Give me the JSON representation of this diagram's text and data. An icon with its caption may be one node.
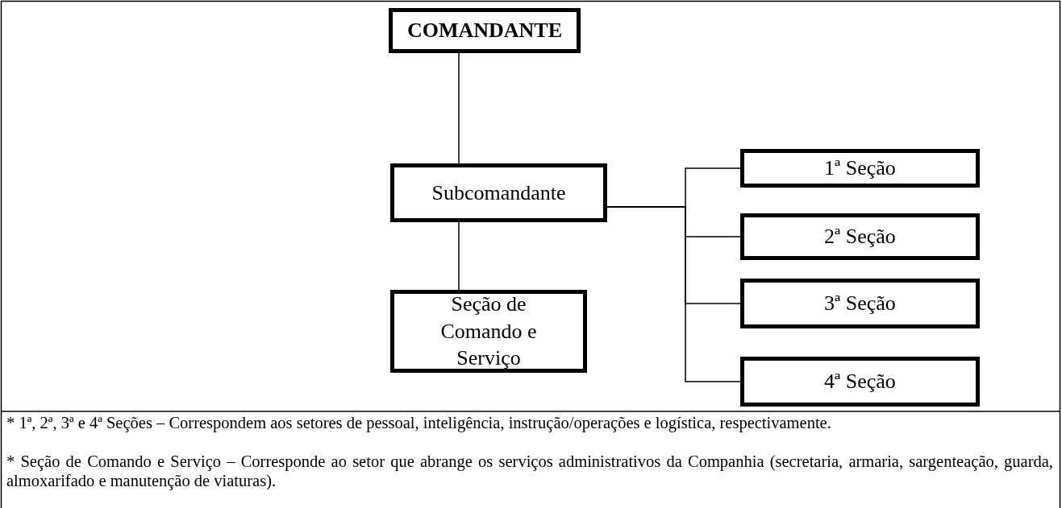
{
  "diagram": {
    "nodes": [
      {
        "text": [
          "COMANDANTE"
        ]
      },
      {
        "text": [
          "Subcomandante"
        ]
      },
      {
        "text": [
          "Seção de Comando e Serviço"
        ]
      },
      {
        "text": [
          "1ª Seção"
        ]
      },
      {
        "text": [
          "2ª Seção"
        ]
      },
      {
        "text": [
          "3ª Seção"
        ]
      },
      {
        "text": [
          "4ª Seção"
        ]
      }
    ],
    "edges": [
      {
        "from": 0,
        "to": 1,
        "arrow": "none"
      },
      {
        "from": 1,
        "to": 2,
        "arrow": "none"
      },
      {
        "from": 1,
        "to": 3,
        "arrow": "none"
      },
      {
        "from": 1,
        "to": 4,
        "arrow": "none"
      },
      {
        "from": 1,
        "to": 5,
        "arrow": "none"
      },
      {
        "from": 1,
        "to": 6,
        "arrow": "none"
      }
    ],
    "labels": [
      "* 1ª, 2ª, 3ª e 4ª Seções – Correspondem aos setores de pessoal, inteligência, instrução/operações e logística, respectivamente.",
      "* Seção de Comando e Serviço – Corresponde ao setor que abrange os serviços administrativos da Companhia (secretaria, armaria, sargenteação, guarda, almoxarifado e manutenção de viaturas)."
    ]
  }
}
